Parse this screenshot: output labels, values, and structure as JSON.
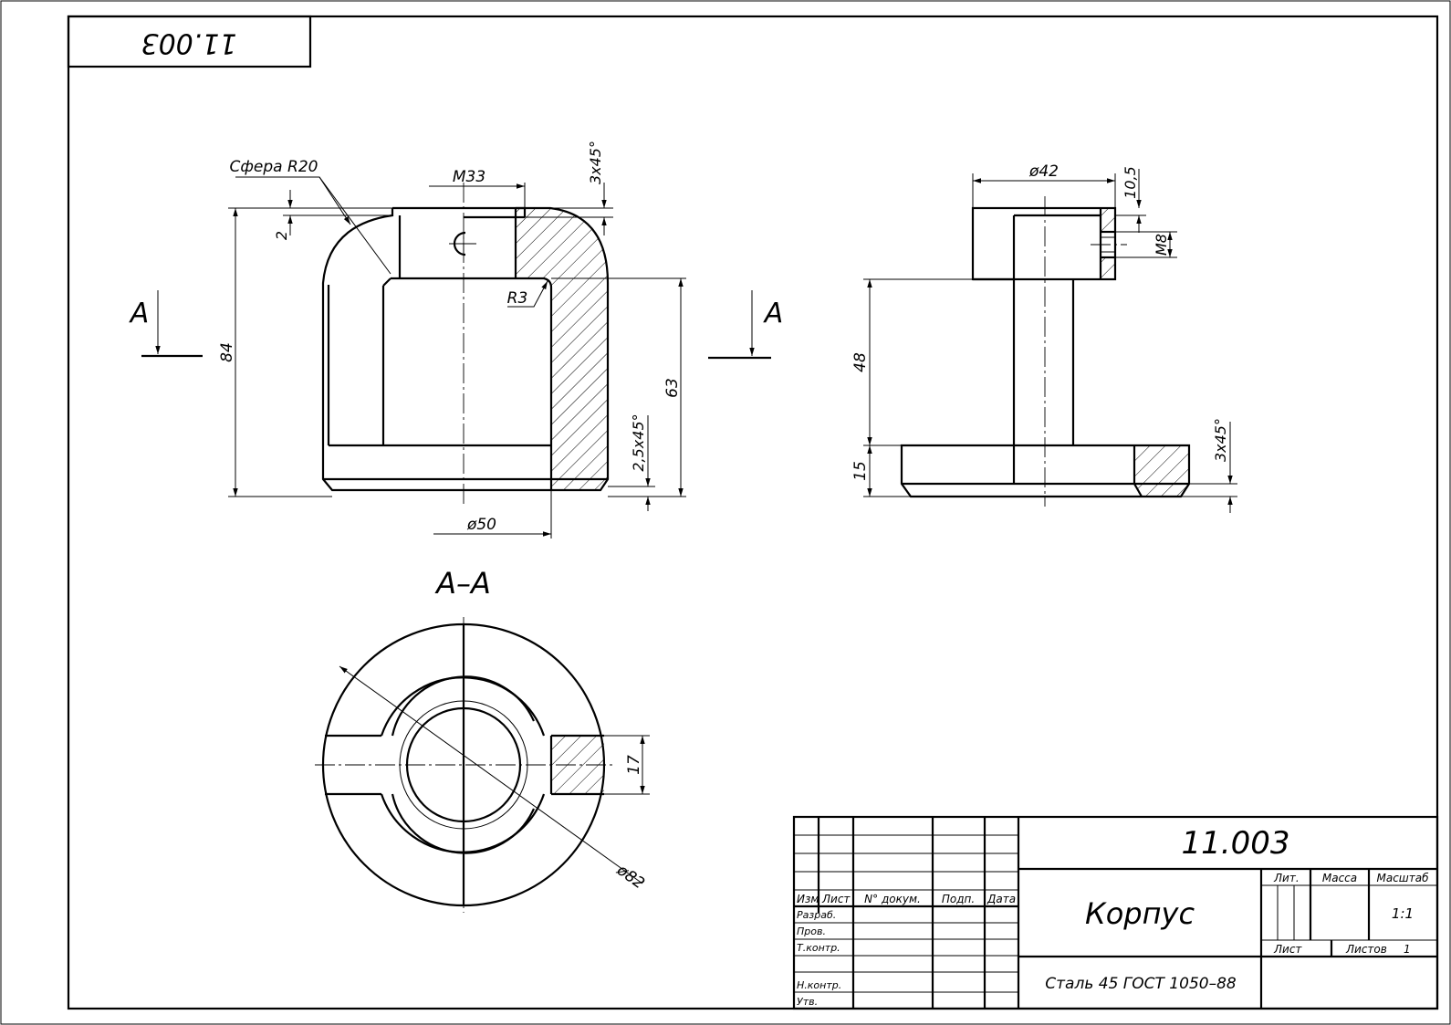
{
  "drawing": {
    "code_stamp": "11.003",
    "dimensions": {
      "sphere": "Сфера R20",
      "thread_top": "M33",
      "chamfer_top": "3x45°",
      "depth_2": "2",
      "height_84": "84",
      "radius_r3": "R3",
      "height_63": "63",
      "chamfer_bottom": "2,5x45°",
      "diameter_50": "ø50",
      "diameter_42": "ø42",
      "size_10_5": "10,5",
      "thread_m8": "M8",
      "height_48": "48",
      "height_15": "15",
      "chamfer_side": "3x45°",
      "width_17": "17",
      "diameter_82": "ø82"
    },
    "section_marks": {
      "left": "A",
      "right": "A"
    },
    "section_title": "A–A"
  },
  "title_block": {
    "designation": "11.003",
    "name": "Корпус",
    "material": "Сталь 45  ГОСТ 1050–88",
    "headers": {
      "izm": "Изм",
      "list": "Лист",
      "doc_no": "N° докум.",
      "sign": "Подп.",
      "date": "Дата",
      "lit": "Лит.",
      "mass": "Масса",
      "scale": "Масштаб",
      "sheet": "Лист",
      "sheets": "Листов"
    },
    "roles": {
      "developer": "Разраб.",
      "checker": "Пров.",
      "tech_control": "Т.контр.",
      "norm_control": "Н.контр.",
      "approved": "Утв."
    },
    "scale_value": "1:1",
    "sheets_count": "1"
  }
}
